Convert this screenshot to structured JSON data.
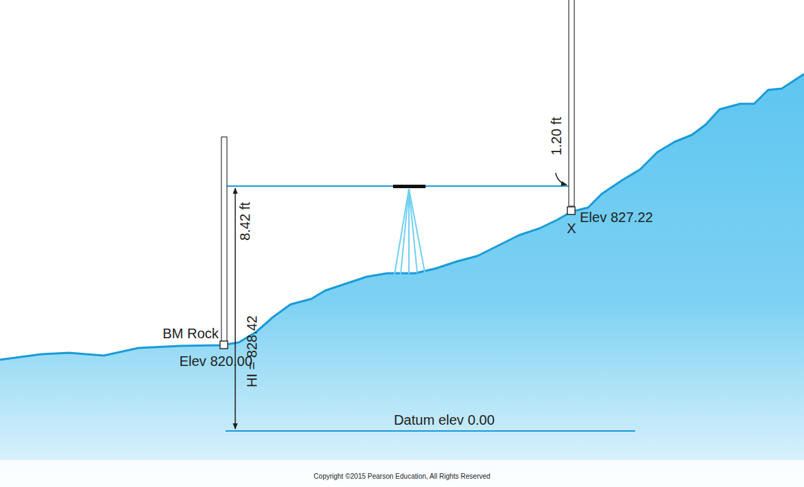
{
  "diagram": {
    "labels": [
      "8.42 ft",
      "BM Rock",
      "Elev 820.00",
      "HI = 828.42",
      "Datum elev 0.00",
      "1.20 ft",
      "Elev 827.22",
      "X",
      "Copyright ©2015 Pearson Education, All Rights Reserved"
    ]
  }
}
